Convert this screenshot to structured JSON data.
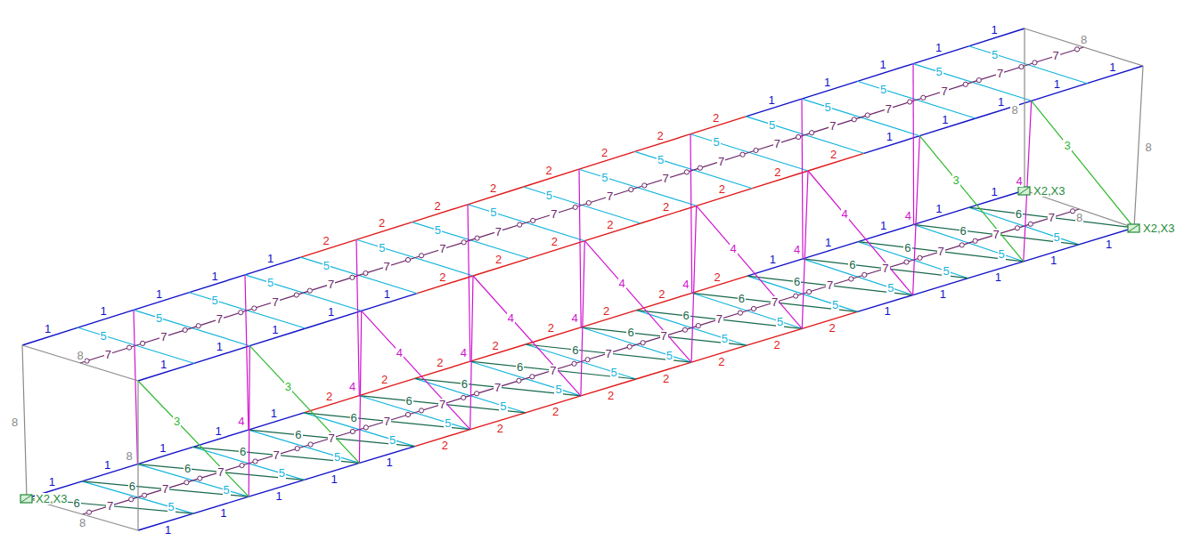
{
  "diagram": {
    "labels": [
      "1",
      "1",
      "1",
      "1",
      "1",
      "2",
      "2",
      "2",
      "2",
      "2",
      "2",
      "2",
      "2",
      "1",
      "1",
      "1",
      "1",
      "1",
      "1",
      "1",
      "1",
      "1",
      "1",
      "2",
      "2",
      "2",
      "2",
      "2",
      "2",
      "2",
      "2",
      "1",
      "1",
      "1",
      "1",
      "1",
      "1",
      "1",
      "1",
      "1",
      "1",
      "2",
      "2",
      "2",
      "2",
      "2",
      "2",
      "2",
      "2",
      "1",
      "1",
      "1",
      "1",
      "1",
      "1",
      "1",
      "1",
      "1",
      "1",
      "2",
      "2",
      "2",
      "2",
      "2",
      "2",
      "2",
      "2",
      "1",
      "1",
      "1",
      "1",
      "1",
      "5",
      "5",
      "5",
      "5",
      "5",
      "5",
      "5",
      "5",
      "5",
      "5",
      "5",
      "5",
      "5",
      "5",
      "5",
      "5",
      "5",
      "5",
      "5",
      "5",
      "5",
      "5",
      "5",
      "5",
      "5",
      "5",
      "5",
      "5",
      "5",
      "5",
      "5",
      "5",
      "5",
      "5",
      "7",
      "7",
      "7",
      "7",
      "7",
      "7",
      "7",
      "7",
      "7",
      "7",
      "7",
      "7",
      "7",
      "7",
      "7",
      "7",
      "7",
      "7",
      "6",
      "6",
      "6",
      "6",
      "6",
      "6",
      "6",
      "6",
      "6",
      "6",
      "6",
      "6",
      "6",
      "6",
      "6",
      "6",
      "6",
      "6",
      "7",
      "7",
      "7",
      "7",
      "7",
      "7",
      "7",
      "7",
      "7",
      "7",
      "7",
      "7",
      "7",
      "7",
      "7",
      "7",
      "7",
      "7",
      "4",
      "4",
      "4",
      "4",
      "4",
      "4",
      "4",
      "4",
      "3",
      "3",
      "4",
      "4",
      "4",
      "4",
      "4",
      "3",
      "3",
      "8",
      "8",
      "8",
      "8",
      "8",
      "8",
      "8",
      "8",
      "X2,X3",
      "X2,X3",
      "X2,X3"
    ]
  }
}
